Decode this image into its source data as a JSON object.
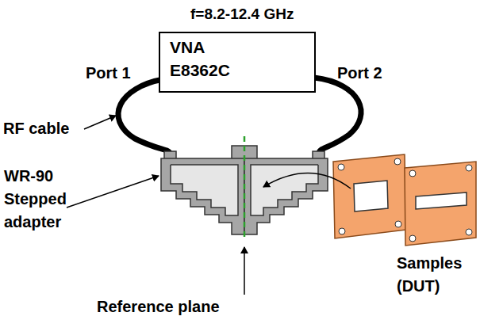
{
  "diagram": {
    "title": "f=8.2-12.4 GHz",
    "nodes": [
      {
        "text": [
          "VNA E8362C"
        ]
      }
    ],
    "labels": [
      "Port 1",
      "Port 2",
      "RF cable",
      "WR-90 Stepped adapter",
      "Reference plane",
      "Samples (DUT)"
    ]
  }
}
